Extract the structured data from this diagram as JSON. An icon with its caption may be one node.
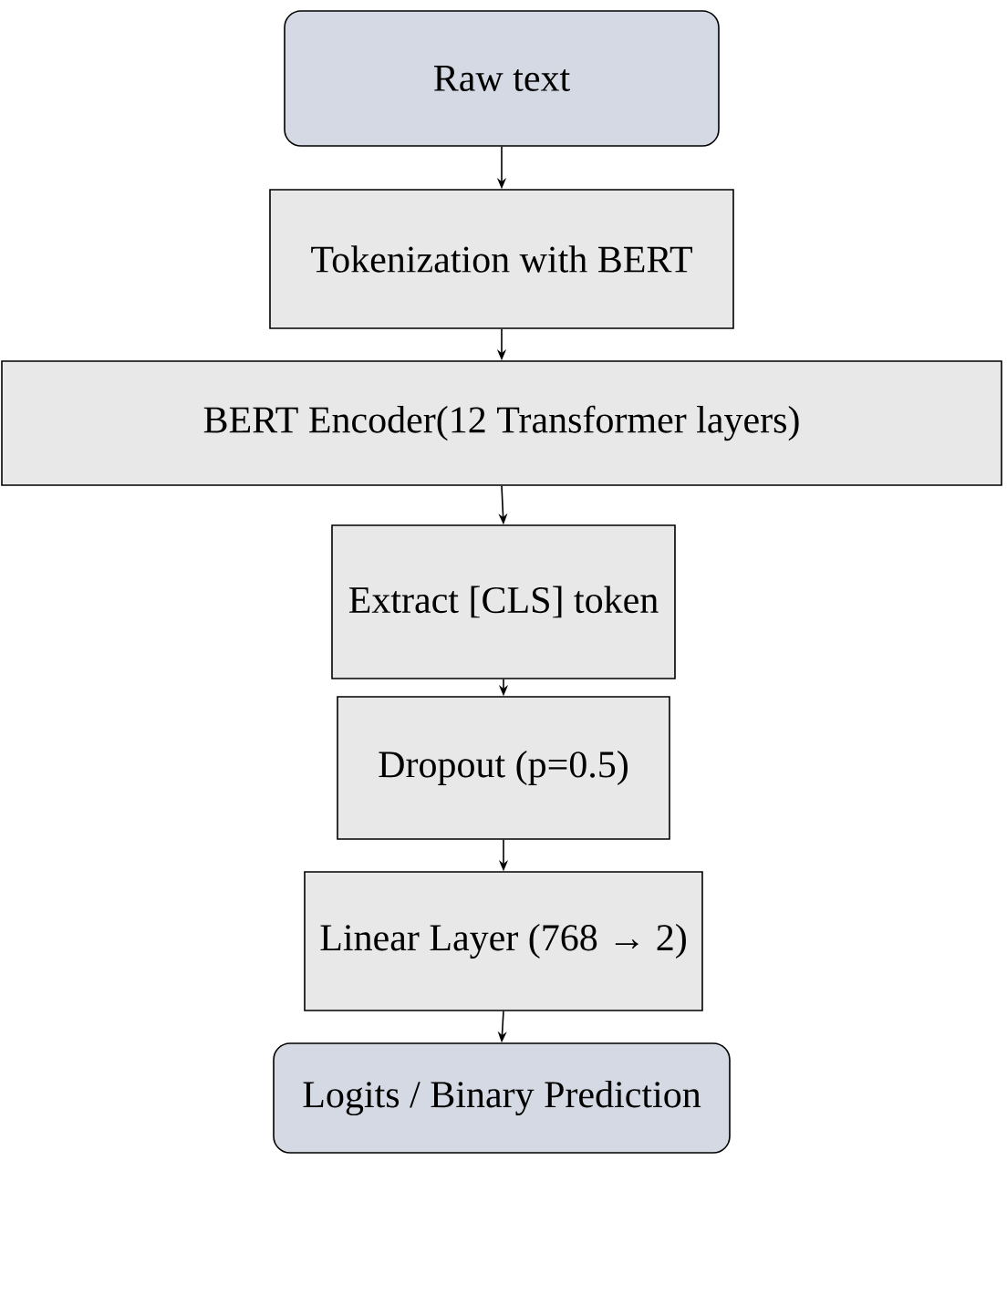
{
  "diagram": {
    "nodes": [
      {
        "text": [
          "Raw text"
        ]
      },
      {
        "text": [
          "Tokenization with BERT"
        ]
      },
      {
        "text": [
          "BERT Encoder(12 Transformer layers)"
        ]
      },
      {
        "text": [
          "Extract [CLS] token"
        ]
      },
      {
        "text": [
          "Dropout (p=0.5)"
        ]
      },
      {
        "text": [
          "Linear Layer (768 → 2)"
        ]
      },
      {
        "text": [
          "Logits / Binary Prediction"
        ]
      }
    ],
    "edges": [
      {
        "from": 0,
        "to": 1,
        "arrow": "to"
      },
      {
        "from": 1,
        "to": 2,
        "arrow": "to"
      },
      {
        "from": 2,
        "to": 3,
        "arrow": "to"
      },
      {
        "from": 3,
        "to": 4,
        "arrow": "to"
      },
      {
        "from": 4,
        "to": 5,
        "arrow": "to"
      },
      {
        "from": 5,
        "to": 6,
        "arrow": "to"
      }
    ]
  }
}
